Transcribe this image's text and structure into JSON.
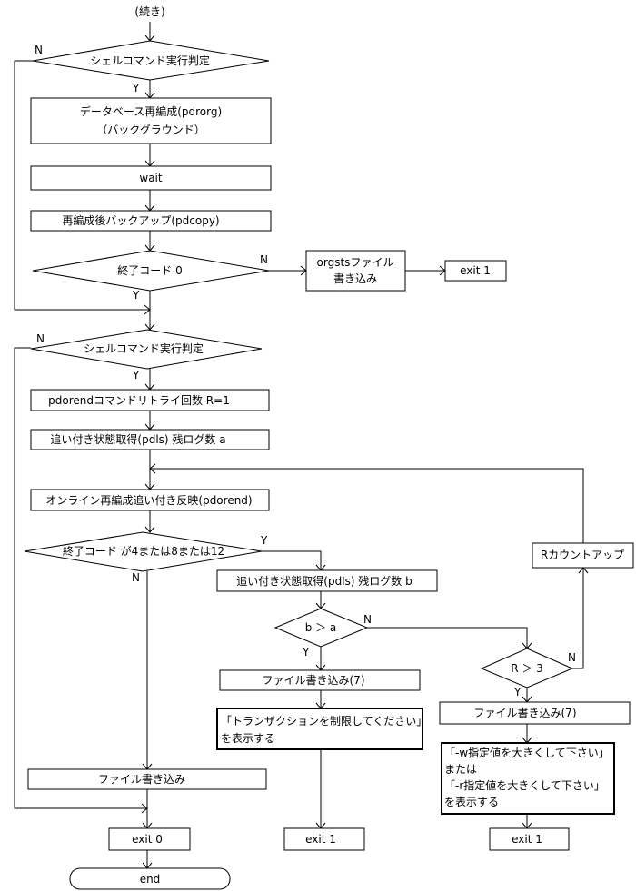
{
  "flowchart": {
    "continued_label": "(続き)",
    "decision_shell_1": "シェルコマンド実行判定",
    "proc_reorg": [
      "データベース再編成(pdrorg)",
      "（バックグラウンド）"
    ],
    "proc_wait": "wait",
    "proc_backup": "再編成後バックアップ(pdcopy)",
    "decision_exit_code_0": "終了コード 0",
    "proc_orgsts": [
      "orgstsファイル",
      "書き込み"
    ],
    "exit_1_top": "exit 1",
    "decision_shell_2": "シェルコマンド実行判定",
    "proc_retry_count": "pdorendコマンドリトライ回数 R=1",
    "proc_catchup_a": "追い付き状態取得(pdls) 残ログ数 a",
    "proc_online_reorg": "オンライン再編成追い付き反映(pdorend)",
    "decision_exit_code_4_8_12": "終了コード が4または8または12",
    "proc_catchup_b": "追い付き状態取得(pdls) 残ログ数 b",
    "decision_b_gt_a": "b ＞ a",
    "decision_r_gt_3": "R ＞ 3",
    "proc_r_countup": "Rカウントアップ",
    "proc_file_write_7_mid": "ファイル書き込み(7)",
    "proc_file_write_7_right": "ファイル書き込み(7)",
    "msg_limit_transaction": [
      "「トランザクションを制限してください」",
      "を表示する"
    ],
    "msg_increase_values": [
      "「-w指定値を大きくして下さい」",
      "または",
      "「-r指定値を大きくして下さい」",
      "を表示する"
    ],
    "proc_file_write_left": "ファイル書き込み",
    "exit_0": "exit 0",
    "exit_1_mid": "exit 1",
    "exit_1_right": "exit 1",
    "terminator_end": "end",
    "label_y": "Y",
    "label_n": "N"
  }
}
